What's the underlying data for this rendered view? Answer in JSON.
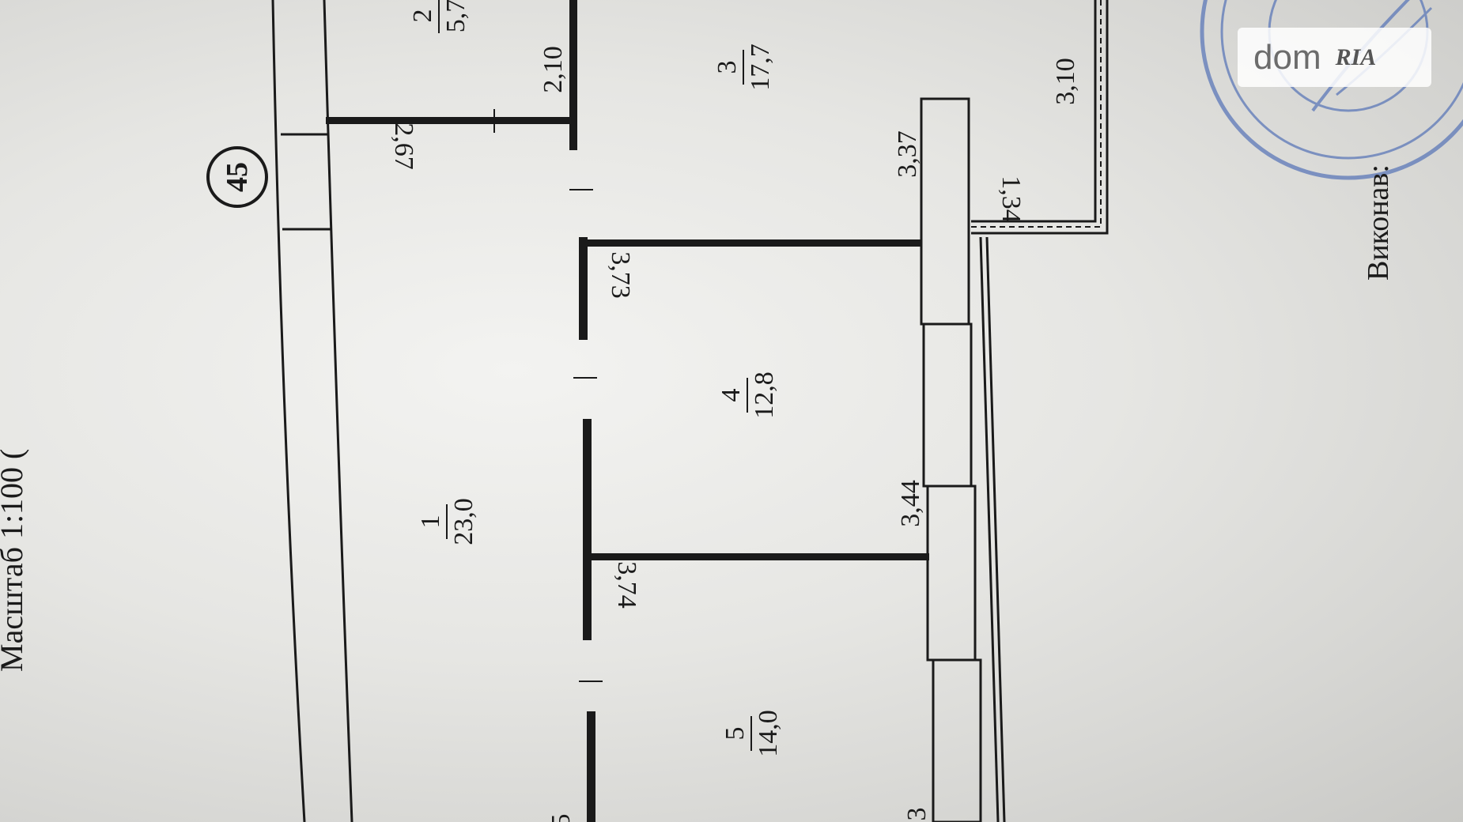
{
  "header": {
    "scale_label": "Масштаб 1:100 (",
    "performer_label": "Виконав:"
  },
  "axis_marker": "45",
  "rooms": [
    {
      "number": "1",
      "area": "23,0"
    },
    {
      "number": "2",
      "area": "5,7"
    },
    {
      "number": "3",
      "area": "17,7"
    },
    {
      "number": "4",
      "area": "12,8"
    },
    {
      "number": "5",
      "area": "14,0"
    }
  ],
  "dimensions": {
    "d_2_67": "2,67",
    "d_2_10": "2,10",
    "d_3_37": "3,37",
    "d_3_10": "3,10",
    "d_1_34": "1,34",
    "d_3_73": "3,73",
    "d_3_44": "3,44",
    "d_3_74": "3,74",
    "d_3_partial": "3",
    "d_5_partial": "5"
  },
  "watermark": {
    "brand": "dom",
    "sub": "RIA"
  },
  "colors": {
    "ink": "#1a1a1a",
    "stamp": "#5c78b8",
    "paper": "#e8e8e5"
  }
}
